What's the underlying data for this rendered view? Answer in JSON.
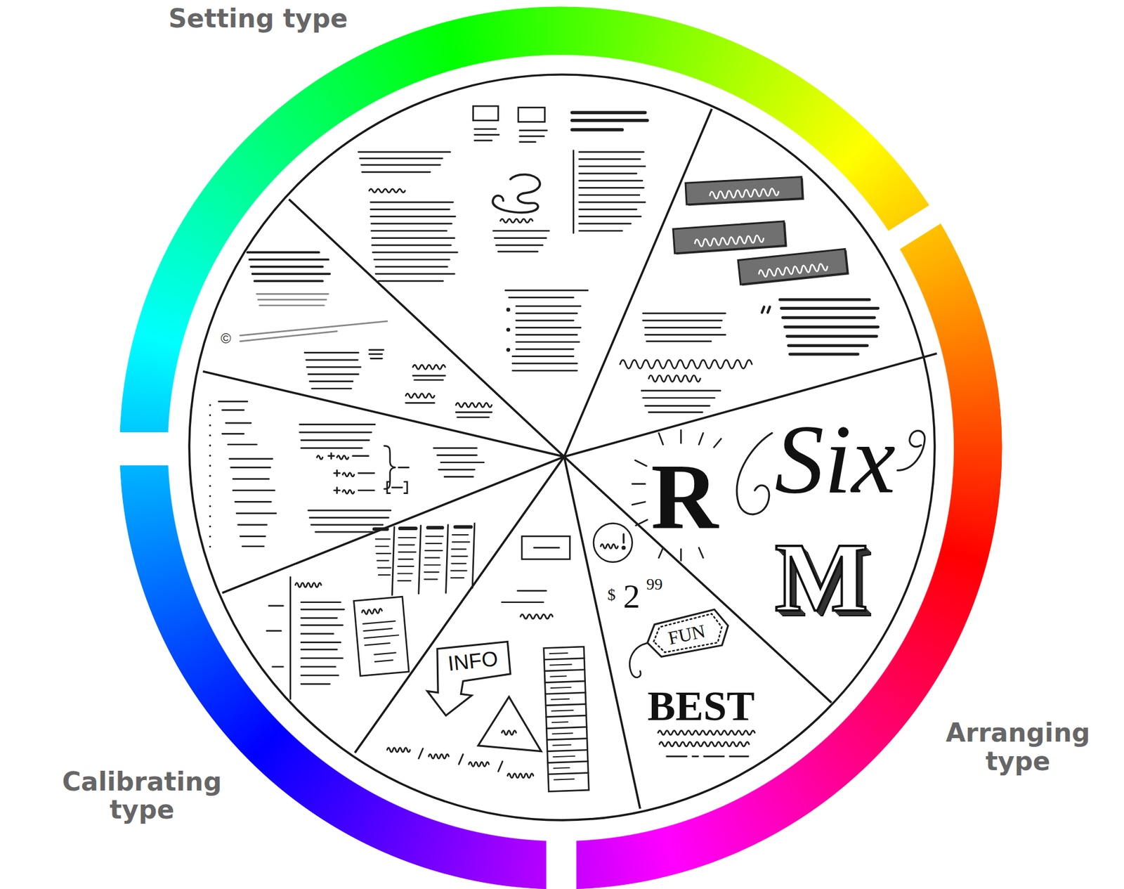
{
  "diagram": {
    "labels": [
      "Setting type",
      "Arranging type",
      "Calibrating type",
      "R",
      "Six",
      "M",
      "$",
      "2",
      "99",
      "FUN",
      "BEST",
      "INFO",
      "©"
    ]
  }
}
